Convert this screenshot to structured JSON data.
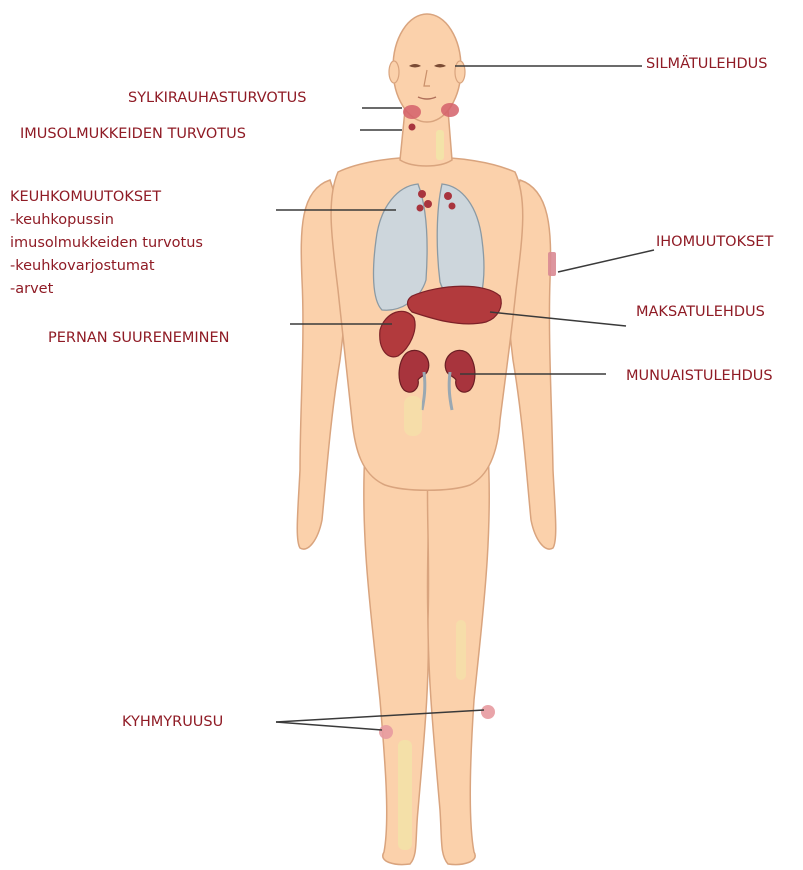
{
  "labels": {
    "eye": "SILMÄTULEHDUS",
    "salivary": "SYLKIRAUHASTURVOTUS",
    "lymph": "IMUSOLMUKKEIDEN TURVOTUS",
    "lungs": {
      "title": "KEUHKOMUUTOKSET",
      "lines": [
        "-keuhkopussin",
        "imusolmukkeiden turvotus",
        "-keuhkovarjostumat",
        "-arvet"
      ]
    },
    "skin": "IHOMUUTOKSET",
    "liver": "MAKSATULEHDUS",
    "spleen": "PERNAN SUURENEMINEN",
    "kidney": "MUNUAISTULEHDUS",
    "nodules": "KYHMYRUUSU"
  },
  "colors": {
    "label_text": "#8f1b25",
    "skin": "#fbd1ab",
    "skin_outline": "#d9a47e",
    "lung": "#cdd6dc",
    "organ": "#a8343d",
    "leader_line": "#3a3a3a"
  }
}
